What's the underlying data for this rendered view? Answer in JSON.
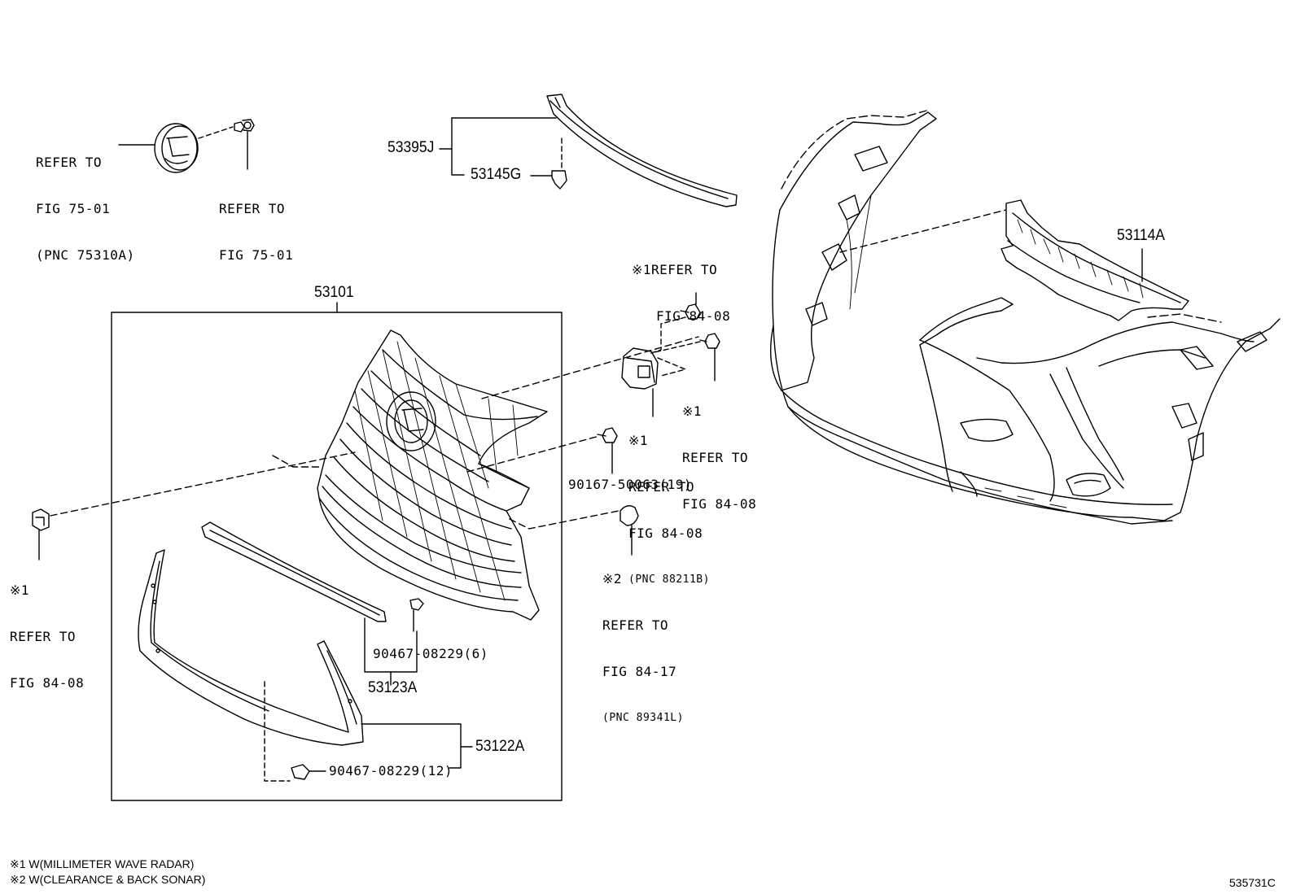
{
  "labels": {
    "emblem_ref": [
      "REFER TO",
      "FIG 75-01",
      "(PNC 75310A)"
    ],
    "emblem_screw_ref": [
      "REFER TO",
      "FIG 75-01"
    ],
    "part_53395J": "53395J",
    "part_53145G": "53145G",
    "part_53101": "53101",
    "part_53114A": "53114A",
    "radar_bolt_ref": [
      "※1REFER TO",
      "FIG 84-08"
    ],
    "radar_bolt2_ref": [
      "※1",
      "REFER TO",
      "FIG 84-08"
    ],
    "radar_ref": [
      "※1",
      "REFER TO",
      "FIG 84-08",
      "(PNC 88211B)"
    ],
    "screw_90167": "90167-50063(19)",
    "sonar_ref": [
      "※2",
      "REFER TO",
      "FIG 84-17",
      "(PNC 89341L)"
    ],
    "left_radar_ref": [
      "※1",
      "REFER TO",
      "FIG 84-08"
    ],
    "clip_90467_6": "90467-08229(6)",
    "part_53123A": "53123A",
    "part_53122A": "53122A",
    "clip_90467_12": "90467-08229(12)"
  },
  "footnotes": {
    "note1": "※1 W(MILLIMETER WAVE RADAR)",
    "note2": "※2 W(CLEARANCE & BACK SONAR)"
  },
  "figure_code": "535731C"
}
